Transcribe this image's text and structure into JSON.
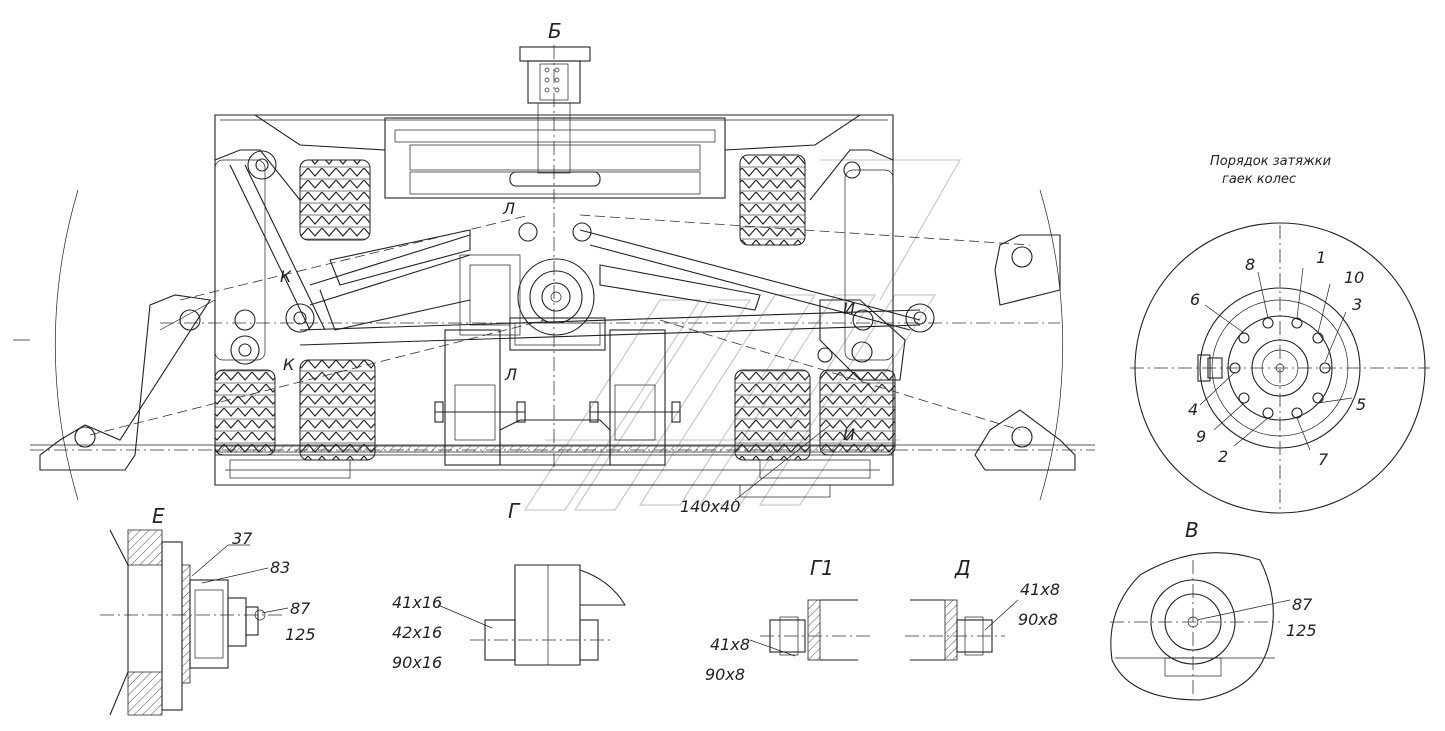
{
  "views": {
    "B_top": "Б",
    "E": "Е",
    "G": "Г",
    "G1": "Г1",
    "D": "Д",
    "V": "В"
  },
  "torque_order": {
    "title_line1": "Порядок затяжки",
    "title_line2": "гаек колес",
    "numbers": [
      "1",
      "2",
      "3",
      "4",
      "5",
      "6",
      "7",
      "8",
      "9",
      "10"
    ]
  },
  "main_labels": {
    "section_marks": [
      "Л",
      "Л",
      "К",
      "К",
      "И",
      "И"
    ],
    "dim_140x40": "140х40"
  },
  "detail_E": {
    "items": [
      "37",
      "83",
      "87",
      "125"
    ]
  },
  "detail_G": {
    "items": [
      "41х16",
      "42х16",
      "90х16"
    ]
  },
  "detail_G1": {
    "items": [
      "41х8",
      "90х8"
    ]
  },
  "detail_D": {
    "items": [
      "41х8",
      "90х8"
    ]
  },
  "detail_V": {
    "items": [
      "87",
      "125"
    ]
  }
}
